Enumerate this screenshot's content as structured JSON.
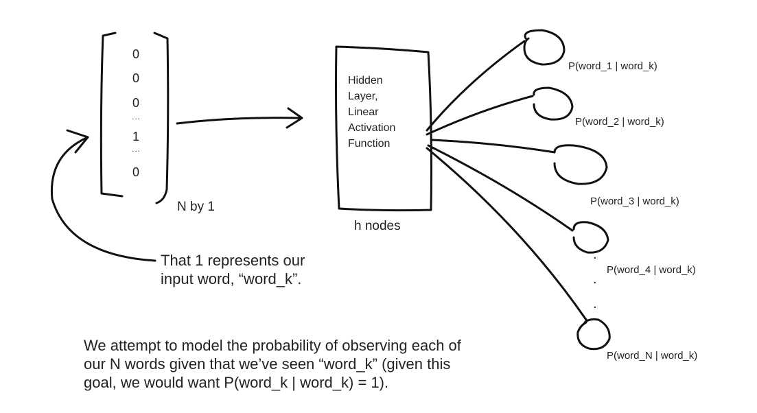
{
  "vector": {
    "entries": [
      "0",
      "0",
      "0",
      "...",
      "1",
      "...",
      "0"
    ],
    "size_label": "N by 1"
  },
  "hidden_layer": {
    "label_lines": [
      "Hidden",
      "Layer,",
      "Linear",
      "Activation",
      "Function"
    ],
    "nodes_label": "h nodes"
  },
  "outputs": [
    "P(word_1 | word_k)",
    "P(word_2 | word_k)",
    "P(word_3 | word_k)",
    "P(word_4 | word_k)",
    "P(word_N | word_k)"
  ],
  "output_ellipsis": ".",
  "annotation": {
    "lines": [
      "That 1 represents our",
      "input word, “word_k”."
    ]
  },
  "caption": {
    "lines": [
      "We attempt to model the probability of observing each of",
      "our N words given that we’ve seen “word_k” (given this",
      "goal, we would want P(word_k | word_k) = 1)."
    ]
  },
  "colors": {
    "ink": "#111111",
    "background": "#ffffff"
  }
}
